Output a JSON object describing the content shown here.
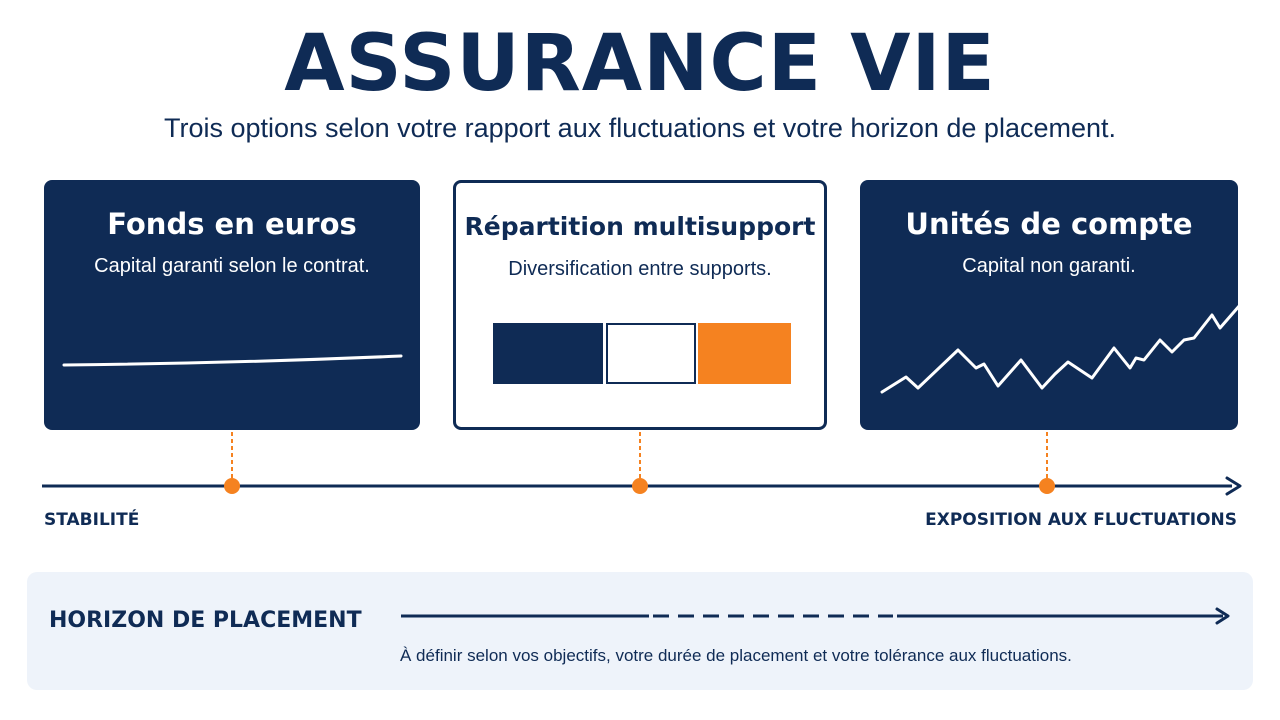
{
  "header": {
    "title": "ASSURANCE VIE",
    "subtitle": "Trois options selon votre rapport aux fluctuations et votre horizon de placement."
  },
  "cards": [
    {
      "title": "Fonds en euros",
      "subtitle": "Capital garanti selon le contrat."
    },
    {
      "title": "Répartition multisupport",
      "subtitle": "Diversification entre supports."
    },
    {
      "title": "Unités de compte",
      "subtitle": "Capital non garanti."
    }
  ],
  "axis": {
    "left_label": "STABILITÉ",
    "right_label": "EXPOSITION AUX FLUCTUATIONS"
  },
  "horizon": {
    "title": "HORIZON DE PLACEMENT",
    "description": "À définir selon vos objectifs, votre durée de placement et votre tolérance aux fluctuations."
  },
  "colors": {
    "navy": "#0f2b55",
    "orange": "#f58220",
    "white": "#ffffff",
    "panel": "#eef3fa"
  },
  "icons": {
    "axis_arrow": "arrow-right-icon",
    "horizon_arrow": "arrow-right-icon"
  }
}
